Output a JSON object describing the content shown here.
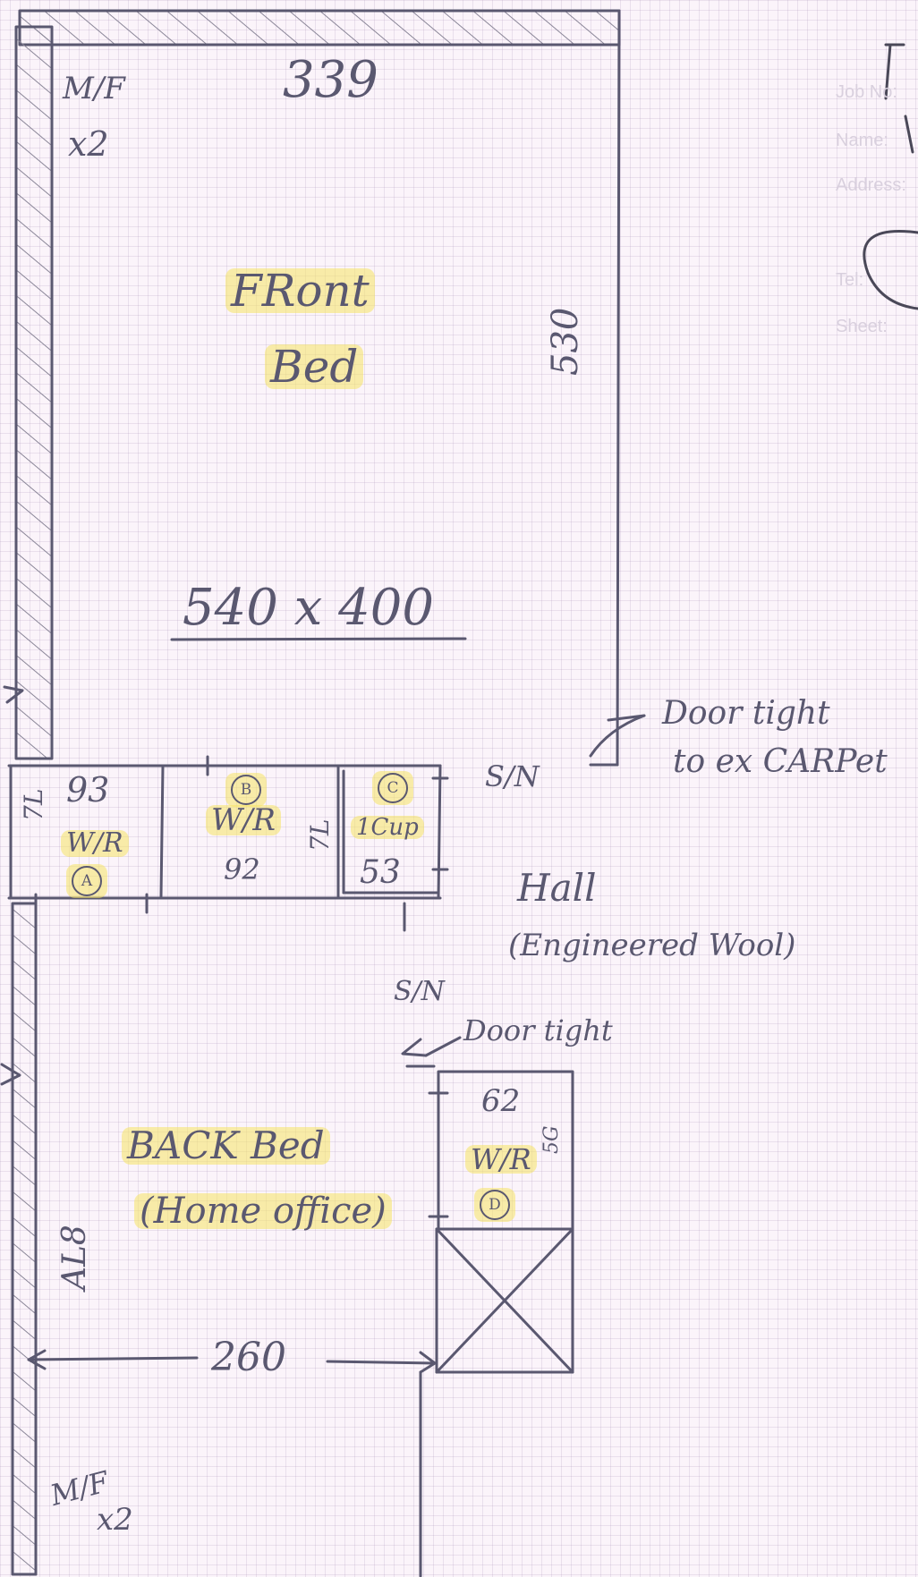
{
  "front_room": {
    "width_dim": "339",
    "height_dim": "530",
    "name_line1": "FRont",
    "name_line2": "Bed",
    "size": "540 x 400",
    "mf_note": "M/F",
    "mf_count": "x2"
  },
  "wardrobes": {
    "a": {
      "dim": "93",
      "label": "W/R",
      "id": "A",
      "note": "7L"
    },
    "b": {
      "id": "B",
      "label": "W/R",
      "dim": "92",
      "note": "7L"
    },
    "c": {
      "id": "C",
      "label": "1Cup",
      "dim": "53"
    },
    "d": {
      "dim": "62",
      "label": "W/R",
      "id": "D",
      "note": "5G"
    }
  },
  "sn_top": "S/N",
  "door_note_top_line1": "Door tight",
  "door_note_top_line2": "to ex CARPet",
  "hall": {
    "label": "Hall",
    "note": "(Engineered Wool)"
  },
  "sn_mid": "S/N",
  "door_note_mid": "Door tight",
  "back_room": {
    "name_line1": "BACK Bed",
    "name_line2": "(Home office)",
    "side_dim": "AL8",
    "width_dim": "260",
    "mf_note": "M/F",
    "mf_count": "x2"
  },
  "form_header": {
    "job_no": "Job No:",
    "name": "Name:",
    "address": "Address:",
    "tel": "Tel:",
    "sheet": "Sheet:"
  },
  "colors": {
    "ink": "#5a5870",
    "highlight": "#f5e464",
    "paper": "#fbf4fa"
  }
}
